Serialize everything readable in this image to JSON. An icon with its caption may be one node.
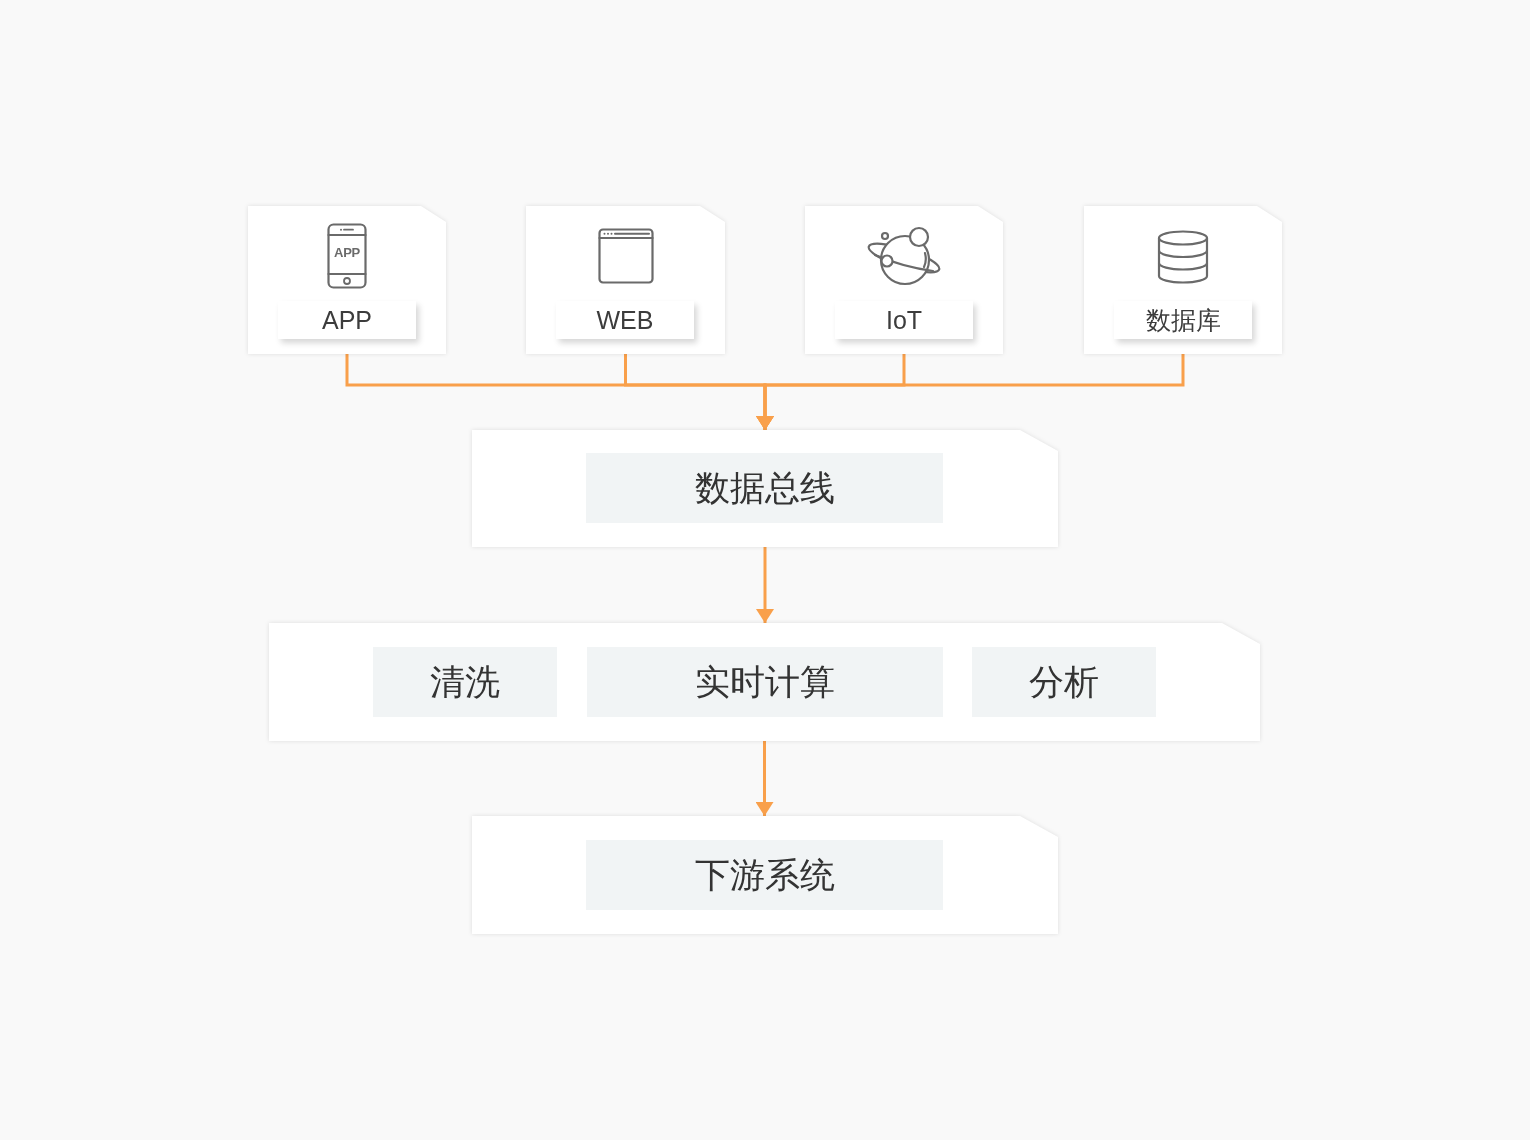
{
  "diagram": {
    "nodes": [
      {
        "text": [],
        "shape": "box"
      },
      {
        "text": [
          "APP"
        ],
        "in": 0
      },
      {
        "text": [],
        "shape": "box"
      },
      {
        "text": [
          "WEB"
        ],
        "in": 2
      },
      {
        "text": [],
        "shape": "box"
      },
      {
        "text": [
          "IoT"
        ],
        "in": 4
      },
      {
        "text": [],
        "shape": "box"
      },
      {
        "text": [
          "数据库"
        ],
        "in": 6
      },
      {
        "text": [],
        "shape": "box"
      },
      {
        "text": [
          "数据总线"
        ],
        "in": 8
      },
      {
        "text": [],
        "shape": "box"
      },
      {
        "text": [
          "清洗"
        ],
        "in": 10
      },
      {
        "text": [
          "实时计算"
        ],
        "in": 10
      },
      {
        "text": [
          "分析"
        ],
        "in": 10
      },
      {
        "text": [],
        "shape": "box"
      },
      {
        "text": [
          "下游系统"
        ],
        "in": 14
      }
    ],
    "edges": [
      {
        "from": 0,
        "to": 8,
        "arrow": "to"
      },
      {
        "from": 2,
        "to": 8,
        "arrow": "to"
      },
      {
        "from": 4,
        "to": 8,
        "arrow": "to"
      },
      {
        "from": 6,
        "to": 8,
        "arrow": "to"
      },
      {
        "from": 8,
        "to": 10,
        "arrow": "to"
      },
      {
        "from": 10,
        "to": 14,
        "arrow": "to"
      }
    ],
    "labels": [
      "APP"
    ]
  }
}
